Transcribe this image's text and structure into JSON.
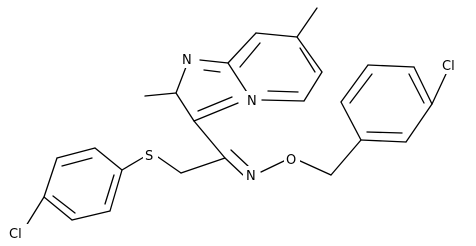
{
  "atom_labels": {
    "n_imine_ring": "N",
    "n_bridgehead": "N",
    "s_thioether": "S",
    "n_oxime": "N",
    "o_oxime": "O",
    "cl_top_right": "Cl",
    "cl_bottom_left": "Cl"
  },
  "colors": {
    "bond": "#000000",
    "label": "#000000",
    "background": "#ffffff"
  }
}
